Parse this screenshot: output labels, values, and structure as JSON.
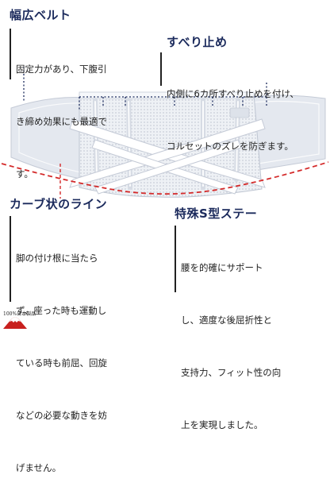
{
  "features": {
    "wide_belt": {
      "title": "幅広ベルト",
      "lines": [
        "固定力があり、下腹引",
        "き締め効果にも最適で",
        "す。"
      ]
    },
    "anti_slip": {
      "title": "すべり止め",
      "lines": [
        "内側に6カ所すべり止めを付け、",
        "コルセットのズレを防ぎます。"
      ]
    },
    "curve_line": {
      "title": "カーブ状のライン",
      "lines": [
        "脚の付け根に当たら",
        "ず、座った時も運動し",
        "ている時も前屈、回旋",
        "などの必要な動きを妨",
        "げません。"
      ]
    },
    "s_stay": {
      "title": "特殊S型ステー",
      "lines": [
        "腰を的確にサポート",
        "し、適度な後屈折性と",
        "支持力、フィット性の向",
        "上を実現しました。"
      ]
    }
  },
  "footer": {
    "made_in_japan": "100%日本製品"
  },
  "colors": {
    "heading": "#1b2a5c",
    "curve_line": "#d42a2a",
    "belt": "#e4e8ef",
    "mesh": "#eef1f5",
    "strap": "#ffffff",
    "fuji": "#c8201e"
  }
}
